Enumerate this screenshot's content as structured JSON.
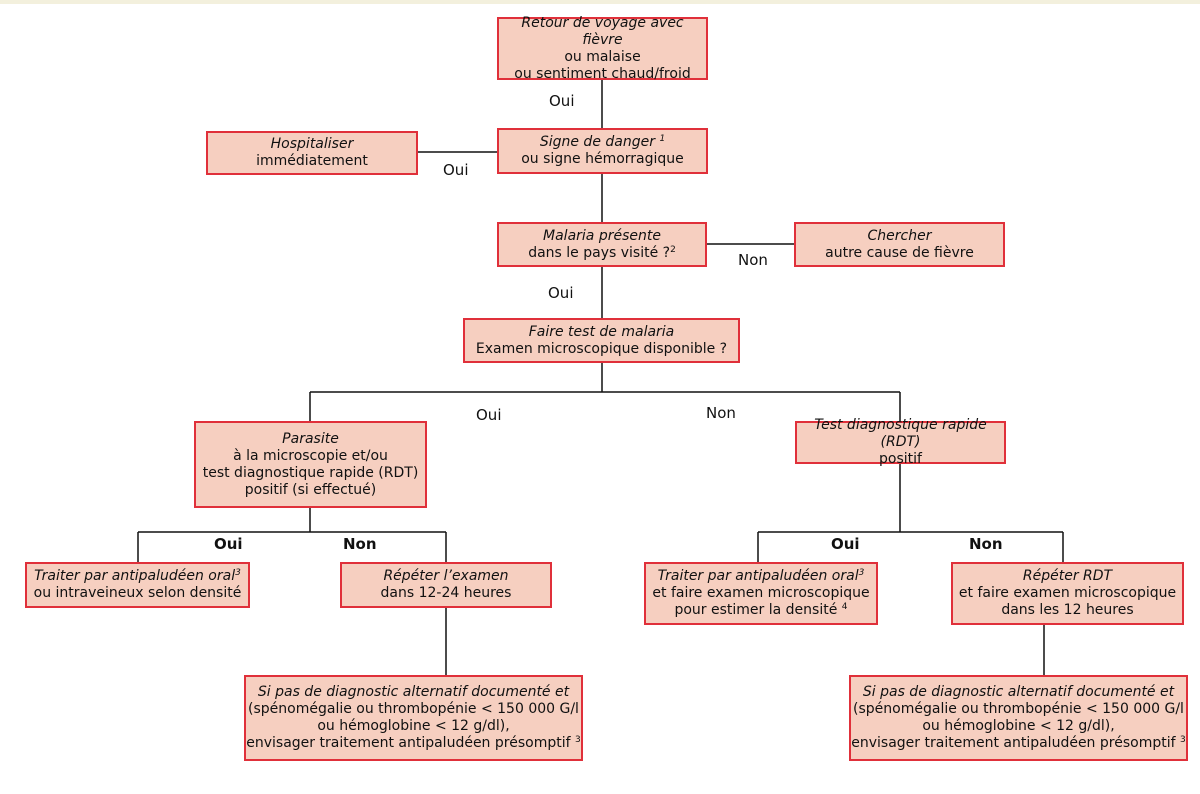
{
  "boxes": {
    "start": {
      "l1": "Retour de voyage avec fièvre",
      "l2": "ou malaise",
      "l3": "ou sentiment chaud/froid"
    },
    "danger": {
      "l1": "Signe de danger",
      "sup": "1",
      "l2": "ou signe hémorragique"
    },
    "hospital": {
      "l1": "Hospitaliser",
      "l2": "immédiatement"
    },
    "malaria_present": {
      "l1": "Malaria présente",
      "l2": "dans le pays visité ?",
      "sup": "2"
    },
    "other_cause": {
      "l1": "Chercher",
      "l2": "autre cause de fièvre"
    },
    "test": {
      "l1": "Faire test de malaria",
      "l2": "Examen microscopique disponible ?"
    },
    "parasite": {
      "l1": "Parasite",
      "l2": "à la microscopie et/ou",
      "l3": "test diagnostique rapide (RDT)",
      "l4": "positif (si effectué)"
    },
    "rdt": {
      "l1": "Test diagnostique rapide (RDT)",
      "l2": "positif"
    },
    "treat_left": {
      "l1": "Traiter par antipaludéen oral",
      "sup": "3",
      "l2": "ou intraveineux selon densité"
    },
    "repeat_exam": {
      "l1": "Répéter l’examen",
      "l2": "dans 12-24 heures"
    },
    "treat_right": {
      "l1": "Traiter par antipaludéen oral",
      "sup1": "3",
      "l2": "et faire examen microscopique",
      "l3": "pour estimer la densité",
      "sup2": "4"
    },
    "repeat_rdt": {
      "l1": "Répéter RDT",
      "l2": "et faire examen microscopique",
      "l3": "dans les 12 heures"
    },
    "presumptive_left": {
      "l1": "Si pas de diagnostic alternatif documenté et",
      "l2": "(spénomégalie ou thrombopénie < 150 000 G/l",
      "l3": "ou hémoglobine < 12 g/dl),",
      "l4": "envisager traitement antipaludéen présomptif",
      "sup": "3"
    },
    "presumptive_right": {
      "l1": "Si pas de diagnostic alternatif documenté et",
      "l2": "(spénomégalie ou thrombopénie < 150 000 G/l",
      "l3": "ou hémoglobine < 12 g/dl),",
      "l4": "envisager traitement antipaludéen présomptif",
      "sup": "3"
    }
  },
  "labels": {
    "oui1": "Oui",
    "oui_hosp": "Oui",
    "oui2": "Oui",
    "non_other": "Non",
    "oui_micro": "Oui",
    "non_micro": "Non",
    "oui_left": "Oui",
    "non_left": "Non",
    "oui_right": "Oui",
    "non_right": "Non"
  }
}
